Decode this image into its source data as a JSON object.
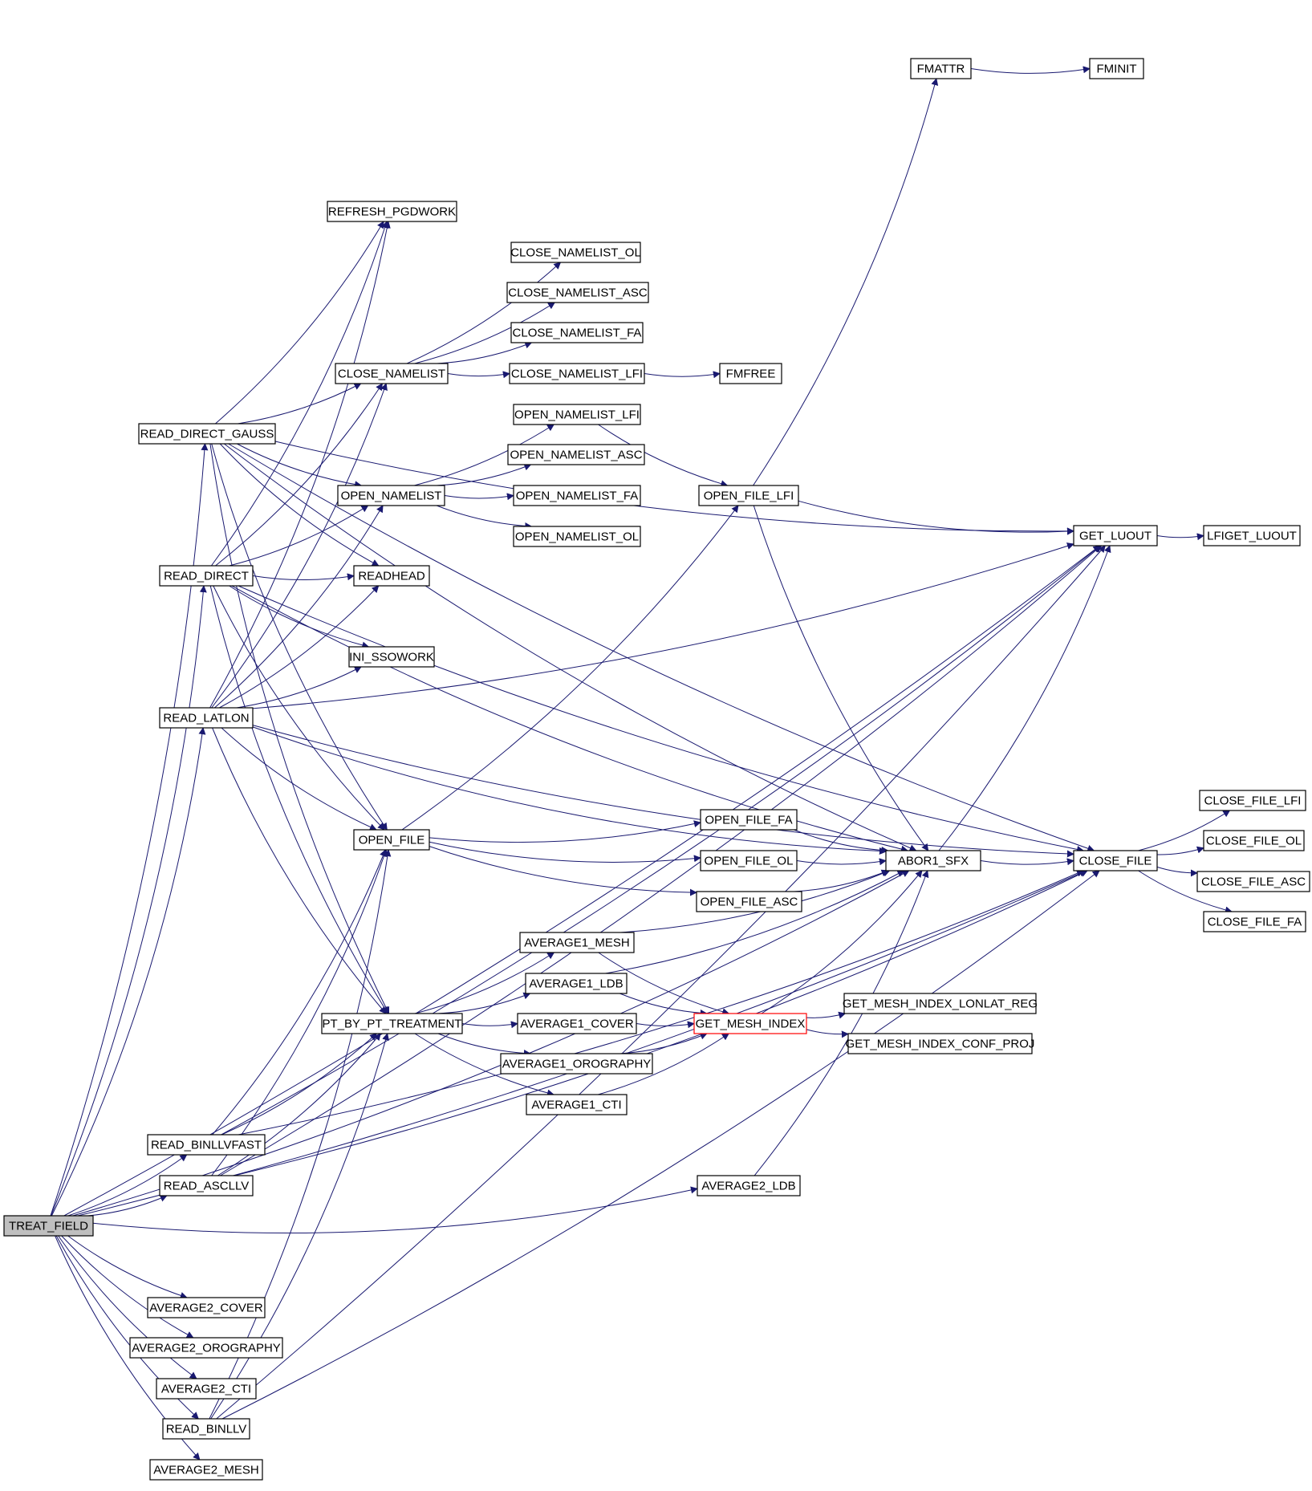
{
  "graph": {
    "colors": {
      "edge": "#191970",
      "node_border": "#000000",
      "node_fill": "#ffffff",
      "root_fill": "#bfbfbf",
      "highlight_border": "#ff0000"
    },
    "nodes": [
      {
        "id": "treat_field",
        "label": "TREAT_FIELD",
        "kind": "root"
      },
      {
        "id": "read_direct_gauss",
        "label": "READ_DIRECT_GAUSS"
      },
      {
        "id": "read_direct",
        "label": "READ_DIRECT"
      },
      {
        "id": "read_latlon",
        "label": "READ_LATLON"
      },
      {
        "id": "read_binllvfast",
        "label": "READ_BINLLVFAST"
      },
      {
        "id": "read_ascllv",
        "label": "READ_ASCLLV"
      },
      {
        "id": "average2_cover",
        "label": "AVERAGE2_COVER"
      },
      {
        "id": "average2_orography",
        "label": "AVERAGE2_OROGRAPHY"
      },
      {
        "id": "average2_cti",
        "label": "AVERAGE2_CTI"
      },
      {
        "id": "read_binllv",
        "label": "READ_BINLLV"
      },
      {
        "id": "average2_mesh",
        "label": "AVERAGE2_MESH"
      },
      {
        "id": "refresh_pgdwork",
        "label": "REFRESH_PGDWORK"
      },
      {
        "id": "close_namelist",
        "label": "CLOSE_NAMELIST"
      },
      {
        "id": "open_namelist",
        "label": "OPEN_NAMELIST"
      },
      {
        "id": "readhead",
        "label": "READHEAD"
      },
      {
        "id": "ini_ssowork",
        "label": "INI_SSOWORK"
      },
      {
        "id": "open_file",
        "label": "OPEN_FILE"
      },
      {
        "id": "pt_by_pt_treatment",
        "label": "PT_BY_PT_TREATMENT"
      },
      {
        "id": "close_namelist_ol",
        "label": "CLOSE_NAMELIST_OL"
      },
      {
        "id": "close_namelist_asc",
        "label": "CLOSE_NAMELIST_ASC"
      },
      {
        "id": "close_namelist_fa",
        "label": "CLOSE_NAMELIST_FA"
      },
      {
        "id": "close_namelist_lfi",
        "label": "CLOSE_NAMELIST_LFI"
      },
      {
        "id": "open_namelist_lfi",
        "label": "OPEN_NAMELIST_LFI"
      },
      {
        "id": "open_namelist_asc",
        "label": "OPEN_NAMELIST_ASC"
      },
      {
        "id": "open_namelist_fa",
        "label": "OPEN_NAMELIST_FA"
      },
      {
        "id": "open_namelist_ol",
        "label": "OPEN_NAMELIST_OL"
      },
      {
        "id": "average1_mesh",
        "label": "AVERAGE1_MESH"
      },
      {
        "id": "average1_ldb",
        "label": "AVERAGE1_LDB"
      },
      {
        "id": "average1_cover",
        "label": "AVERAGE1_COVER"
      },
      {
        "id": "average1_orography",
        "label": "AVERAGE1_OROGRAPHY"
      },
      {
        "id": "average1_cti",
        "label": "AVERAGE1_CTI"
      },
      {
        "id": "fmfree",
        "label": "FMFREE"
      },
      {
        "id": "open_file_lfi",
        "label": "OPEN_FILE_LFI"
      },
      {
        "id": "open_file_fa",
        "label": "OPEN_FILE_FA"
      },
      {
        "id": "open_file_ol",
        "label": "OPEN_FILE_OL"
      },
      {
        "id": "open_file_asc",
        "label": "OPEN_FILE_ASC"
      },
      {
        "id": "get_mesh_index",
        "label": "GET_MESH_INDEX",
        "kind": "highlight"
      },
      {
        "id": "average2_ldb",
        "label": "AVERAGE2_LDB"
      },
      {
        "id": "fmattr",
        "label": "FMATTR"
      },
      {
        "id": "fminit",
        "label": "FMINIT"
      },
      {
        "id": "abor1_sfx",
        "label": "ABOR1_SFX"
      },
      {
        "id": "get_mesh_index_lonlat_reg",
        "label": "GET_MESH_INDEX_LONLAT_REG"
      },
      {
        "id": "get_mesh_index_conf_proj",
        "label": "GET_MESH_INDEX_CONF_PROJ"
      },
      {
        "id": "get_luout",
        "label": "GET_LUOUT"
      },
      {
        "id": "close_file",
        "label": "CLOSE_FILE"
      },
      {
        "id": "lfiget_luout",
        "label": "LFIGET_LUOUT"
      },
      {
        "id": "close_file_lfi",
        "label": "CLOSE_FILE_LFI"
      },
      {
        "id": "close_file_ol",
        "label": "CLOSE_FILE_OL"
      },
      {
        "id": "close_file_asc",
        "label": "CLOSE_FILE_ASC"
      },
      {
        "id": "close_file_fa",
        "label": "CLOSE_FILE_FA"
      }
    ],
    "edges": [
      [
        "treat_field",
        "read_direct_gauss"
      ],
      [
        "treat_field",
        "read_direct"
      ],
      [
        "treat_field",
        "read_latlon"
      ],
      [
        "treat_field",
        "read_binllvfast"
      ],
      [
        "treat_field",
        "read_ascllv"
      ],
      [
        "treat_field",
        "average2_cover"
      ],
      [
        "treat_field",
        "average2_orography"
      ],
      [
        "treat_field",
        "average2_cti"
      ],
      [
        "treat_field",
        "read_binllv"
      ],
      [
        "treat_field",
        "average2_mesh"
      ],
      [
        "treat_field",
        "get_luout"
      ],
      [
        "treat_field",
        "abor1_sfx"
      ],
      [
        "treat_field",
        "average2_ldb"
      ],
      [
        "treat_field",
        "close_file"
      ],
      [
        "read_direct_gauss",
        "refresh_pgdwork"
      ],
      [
        "read_direct_gauss",
        "close_namelist"
      ],
      [
        "read_direct_gauss",
        "open_namelist"
      ],
      [
        "read_direct_gauss",
        "readhead"
      ],
      [
        "read_direct_gauss",
        "open_file"
      ],
      [
        "read_direct_gauss",
        "pt_by_pt_treatment"
      ],
      [
        "read_direct_gauss",
        "get_luout"
      ],
      [
        "read_direct_gauss",
        "abor1_sfx"
      ],
      [
        "read_direct_gauss",
        "close_file"
      ],
      [
        "read_direct",
        "refresh_pgdwork"
      ],
      [
        "read_direct",
        "close_namelist"
      ],
      [
        "read_direct",
        "open_namelist"
      ],
      [
        "read_direct",
        "readhead"
      ],
      [
        "read_direct",
        "ini_ssowork"
      ],
      [
        "read_direct",
        "open_file"
      ],
      [
        "read_direct",
        "pt_by_pt_treatment"
      ],
      [
        "read_direct",
        "abor1_sfx"
      ],
      [
        "read_direct",
        "close_file"
      ],
      [
        "read_latlon",
        "refresh_pgdwork"
      ],
      [
        "read_latlon",
        "close_namelist"
      ],
      [
        "read_latlon",
        "open_namelist"
      ],
      [
        "read_latlon",
        "readhead"
      ],
      [
        "read_latlon",
        "ini_ssowork"
      ],
      [
        "read_latlon",
        "open_file"
      ],
      [
        "read_latlon",
        "pt_by_pt_treatment"
      ],
      [
        "read_latlon",
        "get_luout"
      ],
      [
        "read_latlon",
        "abor1_sfx"
      ],
      [
        "read_latlon",
        "close_file"
      ],
      [
        "read_binllvfast",
        "open_file"
      ],
      [
        "read_binllvfast",
        "pt_by_pt_treatment"
      ],
      [
        "read_binllvfast",
        "get_luout"
      ],
      [
        "read_binllvfast",
        "close_file"
      ],
      [
        "read_ascllv",
        "open_file"
      ],
      [
        "read_ascllv",
        "pt_by_pt_treatment"
      ],
      [
        "read_ascllv",
        "get_luout"
      ],
      [
        "read_ascllv",
        "close_file"
      ],
      [
        "read_binllv",
        "open_file"
      ],
      [
        "read_binllv",
        "pt_by_pt_treatment"
      ],
      [
        "read_binllv",
        "get_luout"
      ],
      [
        "read_binllv",
        "close_file"
      ],
      [
        "close_namelist",
        "close_namelist_ol"
      ],
      [
        "close_namelist",
        "close_namelist_asc"
      ],
      [
        "close_namelist",
        "close_namelist_fa"
      ],
      [
        "close_namelist",
        "close_namelist_lfi"
      ],
      [
        "close_namelist_lfi",
        "fmfree"
      ],
      [
        "open_namelist",
        "open_namelist_lfi"
      ],
      [
        "open_namelist",
        "open_namelist_asc"
      ],
      [
        "open_namelist",
        "open_namelist_fa"
      ],
      [
        "open_namelist",
        "open_namelist_ol"
      ],
      [
        "open_namelist_lfi",
        "open_file_lfi"
      ],
      [
        "open_file",
        "open_file_lfi"
      ],
      [
        "open_file",
        "open_file_fa"
      ],
      [
        "open_file",
        "open_file_ol"
      ],
      [
        "open_file",
        "open_file_asc"
      ],
      [
        "pt_by_pt_treatment",
        "average1_mesh"
      ],
      [
        "pt_by_pt_treatment",
        "average1_ldb"
      ],
      [
        "pt_by_pt_treatment",
        "average1_cover"
      ],
      [
        "pt_by_pt_treatment",
        "average1_orography"
      ],
      [
        "pt_by_pt_treatment",
        "average1_cti"
      ],
      [
        "average1_mesh",
        "abor1_sfx"
      ],
      [
        "average1_mesh",
        "get_mesh_index"
      ],
      [
        "average1_ldb",
        "abor1_sfx"
      ],
      [
        "average1_ldb",
        "get_mesh_index"
      ],
      [
        "average1_cover",
        "get_mesh_index"
      ],
      [
        "average1_orography",
        "get_mesh_index"
      ],
      [
        "average1_cti",
        "get_mesh_index"
      ],
      [
        "average2_ldb",
        "abor1_sfx"
      ],
      [
        "open_file_lfi",
        "fmattr"
      ],
      [
        "open_file_lfi",
        "get_luout"
      ],
      [
        "open_file_lfi",
        "abor1_sfx"
      ],
      [
        "open_file_fa",
        "abor1_sfx"
      ],
      [
        "open_file_ol",
        "abor1_sfx"
      ],
      [
        "open_file_asc",
        "abor1_sfx"
      ],
      [
        "get_mesh_index",
        "abor1_sfx"
      ],
      [
        "get_mesh_index",
        "get_mesh_index_lonlat_reg"
      ],
      [
        "get_mesh_index",
        "get_mesh_index_conf_proj"
      ],
      [
        "fmattr",
        "fminit"
      ],
      [
        "abor1_sfx",
        "get_luout"
      ],
      [
        "abor1_sfx",
        "close_file"
      ],
      [
        "get_luout",
        "lfiget_luout"
      ],
      [
        "close_file",
        "close_file_lfi"
      ],
      [
        "close_file",
        "close_file_ol"
      ],
      [
        "close_file",
        "close_file_asc"
      ],
      [
        "close_file",
        "close_file_fa"
      ]
    ]
  }
}
